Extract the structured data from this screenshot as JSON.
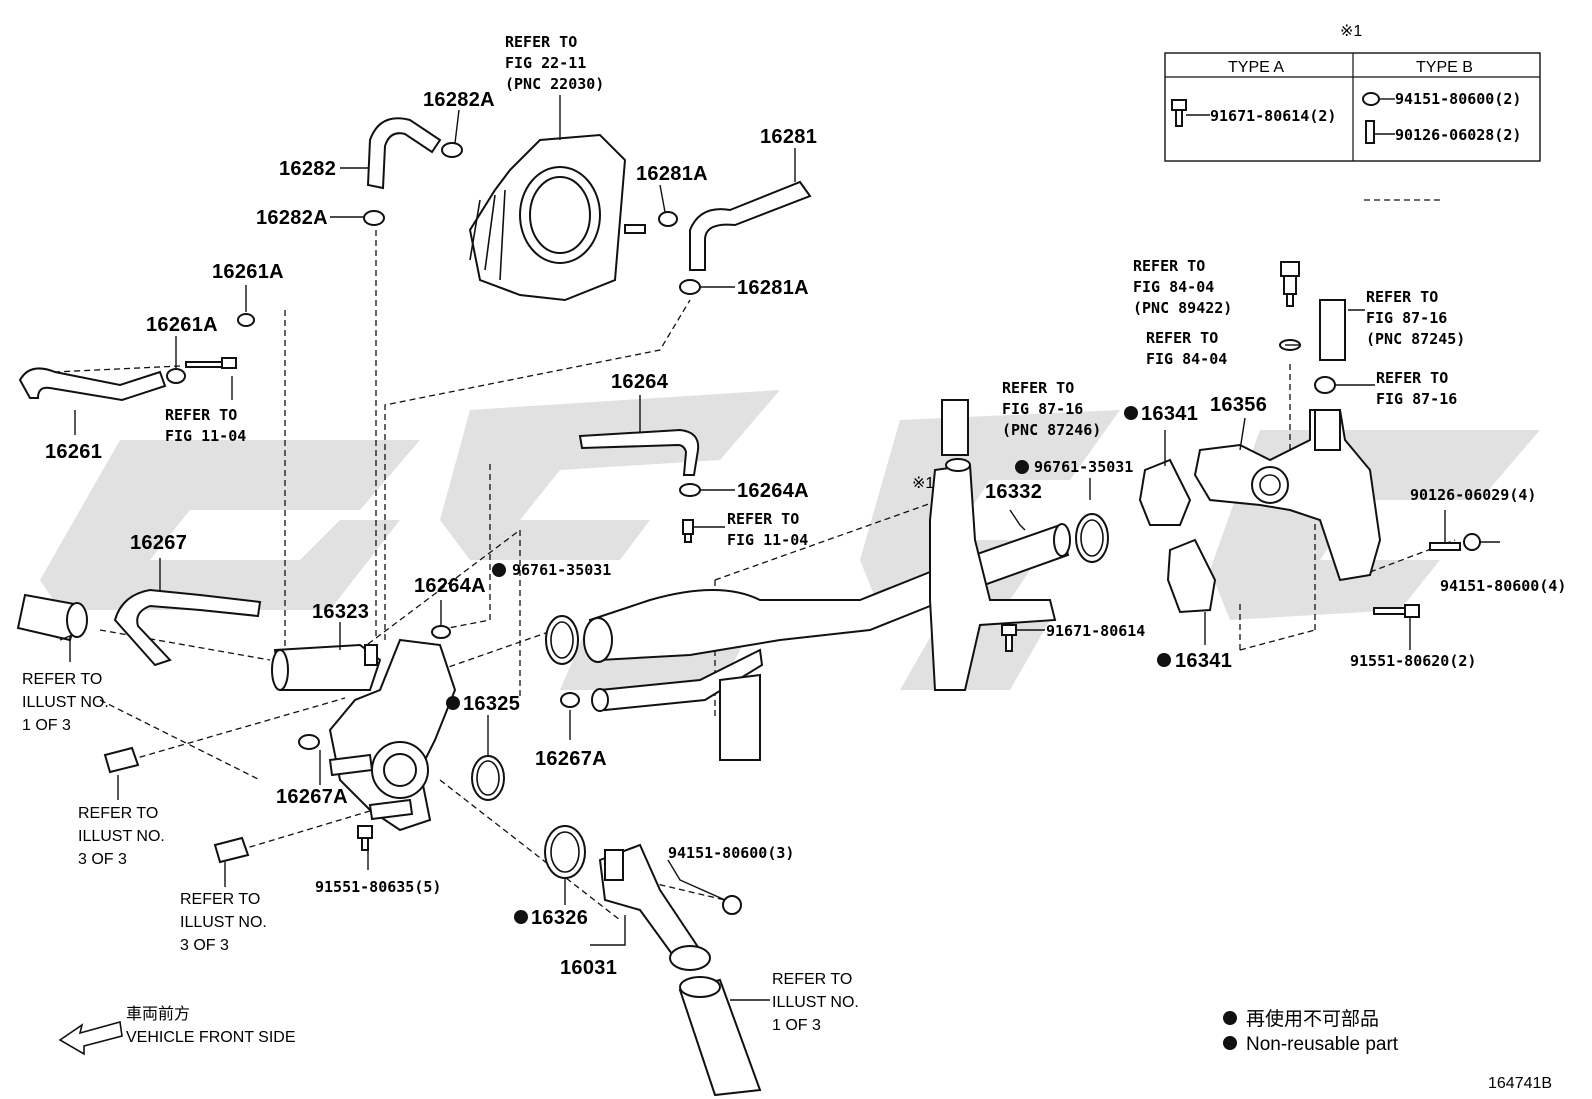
{
  "header": {
    "note_mark": "※1",
    "type_table": {
      "col_a": "TYPE A",
      "col_b": "TYPE B",
      "a_part": "91671-80614(2)",
      "b_part1": "94151-80600(2)",
      "b_part2": "90126-06028(2)"
    }
  },
  "parts": {
    "p16282": "16282",
    "p16282A_top": "16282A",
    "p16282A_mid": "16282A",
    "p16281": "16281",
    "p16281A_top": "16281A",
    "p16281A_bot": "16281A",
    "p16261": "16261",
    "p16261A_top": "16261A",
    "p16261A_mid": "16261A",
    "p16264": "16264",
    "p16264A_right": "16264A",
    "p16264A_left": "16264A",
    "p16267": "16267",
    "p16323": "16323",
    "p16325": "16325",
    "p16267A_left": "16267A",
    "p16267A_mid": "16267A",
    "p16326": "16326",
    "p16031": "16031",
    "p16332": "16332",
    "p16341_top": "16341",
    "p16341_bot": "16341",
    "p16356": "16356",
    "n96761_a": "96761-35031",
    "n96761_b": "96761-35031",
    "n91671": "91671-80614",
    "n90126": "90126-06029(4)",
    "n94151_4": "94151-80600(4)",
    "n91551_2": "91551-80620(2)",
    "n91551_5": "91551-80635(5)",
    "n94151_3": "94151-80600(3)",
    "note_x1": "※1",
    "code": "164741B"
  },
  "refs": {
    "r22_l1": "REFER TO",
    "r22_l2": "FIG 22-11",
    "r22_l3": "(PNC 22030)",
    "r11a_l1": "REFER TO",
    "r11a_l2": "FIG 11-04",
    "r11b_l1": "REFER TO",
    "r11b_l2": "FIG 11-04",
    "r8404a_l1": "REFER TO",
    "r8404a_l2": "FIG 84-04",
    "r8404a_l3": "(PNC 89422)",
    "r8404b_l1": "REFER TO",
    "r8404b_l2": "FIG 84-04",
    "r8716a_l1": "REFER TO",
    "r8716a_l2": "FIG 87-16",
    "r8716a_l3": "(PNC 87245)",
    "r8716b_l1": "REFER TO",
    "r8716b_l2": "FIG 87-16",
    "r8716c_l1": "REFER TO",
    "r8716c_l2": "FIG 87-16",
    "r8716c_l3": "(PNC 87246)",
    "ill1_l1": "REFER TO",
    "ill1_l2": "ILLUST NO.",
    "ill1_l3": "1 OF 3",
    "ill3a_l1": "REFER TO",
    "ill3a_l2": "ILLUST NO.",
    "ill3a_l3": "3 OF 3",
    "ill3b_l1": "REFER TO",
    "ill3b_l2": "ILLUST NO.",
    "ill3b_l3": "3 OF 3",
    "ill1b_l1": "REFER TO",
    "ill1b_l2": "ILLUST NO.",
    "ill1b_l3": "1 OF 3"
  },
  "legend": {
    "front_jp": "車両前方",
    "front_en": "VEHICLE FRONT SIDE",
    "nonreuse_jp": "再使用不可部品",
    "nonreuse_en": "Non-reusable part"
  }
}
